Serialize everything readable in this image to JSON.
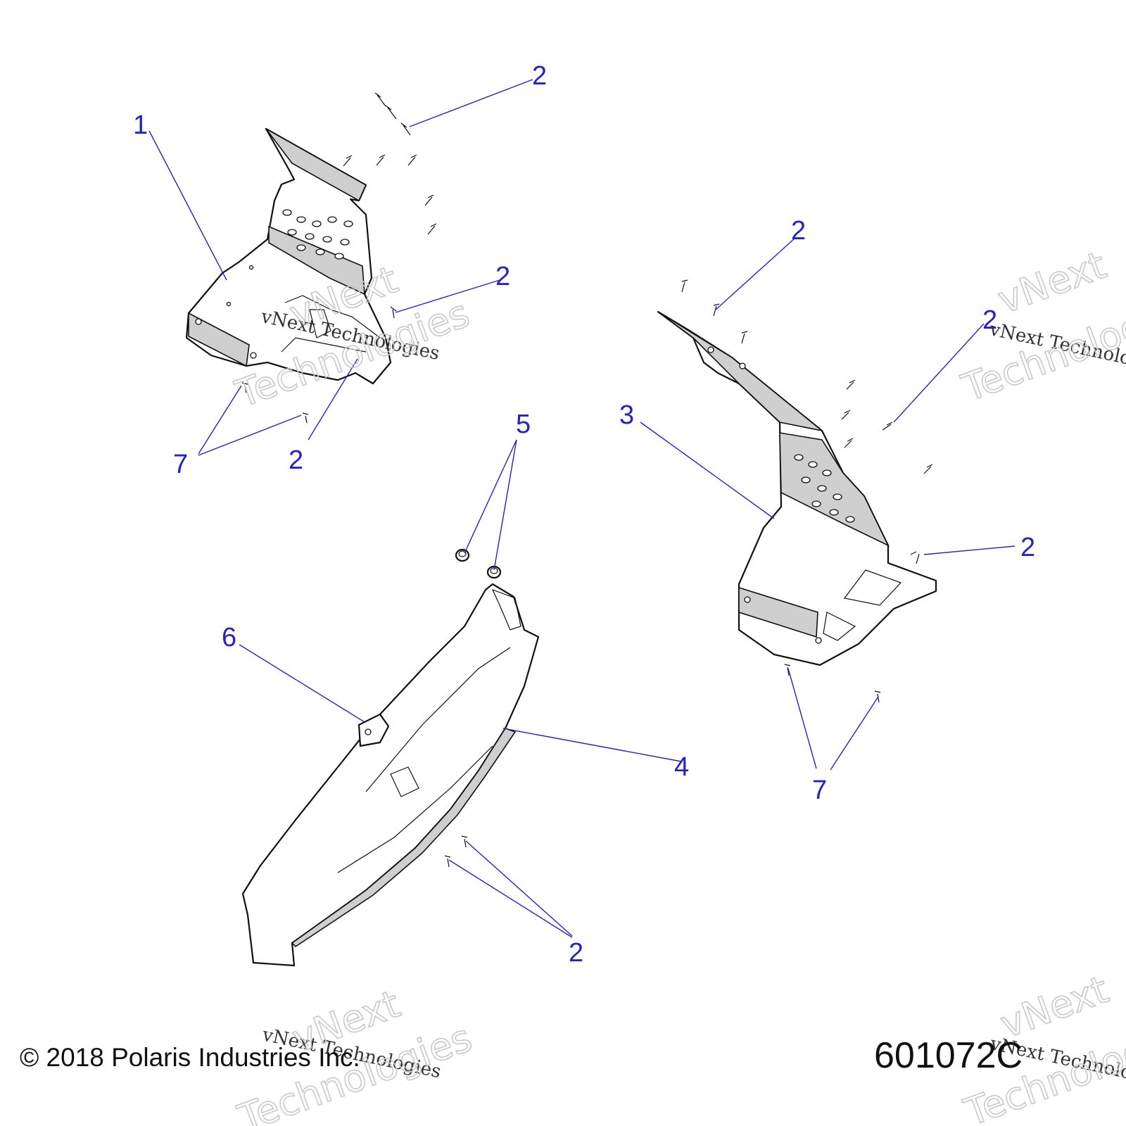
{
  "callouts": {
    "c1": "1",
    "c2a": "2",
    "c2b": "2",
    "c2c": "2",
    "c2d": "2",
    "c2e": "2",
    "c2f": "2",
    "c2g": "2",
    "c3": "3",
    "c4": "4",
    "c5": "5",
    "c6": "6",
    "c7a": "7",
    "c7b": "7"
  },
  "watermark": {
    "line": "vNext Technologies",
    "word1": "vNext",
    "word2": "Technologies"
  },
  "footer": {
    "copyright": "© 2018 Polaris Industries Inc.",
    "drawing_number": "601072C"
  },
  "colors": {
    "callout": "#2323c8",
    "line_art": "#111111",
    "shading": "#cfcfcf"
  }
}
